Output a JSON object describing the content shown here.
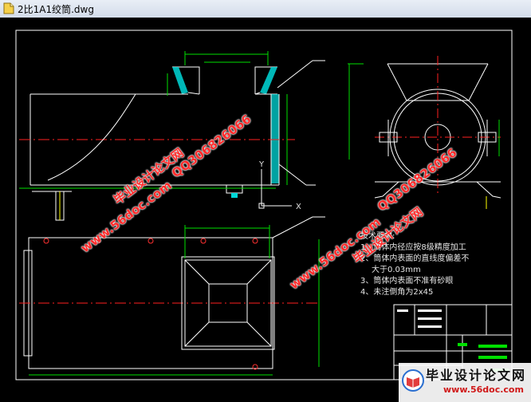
{
  "window": {
    "title": "2比1A1绞筒.dwg",
    "doc_icon": "dwg-file-icon"
  },
  "drawing": {
    "notes": {
      "heading": "技术要求:",
      "items": [
        "1、筒体内径应按8级精度加工",
        "2、筒体内表面的直线度偏差不",
        "   大于0.03mm",
        "3、筒体内表面不准有砂眼",
        "4、未注倒角为2x45"
      ]
    },
    "axis": {
      "x_label": "X",
      "y_label": "Y"
    },
    "colors": {
      "outline": "#ffffff",
      "dimension": "#00e000",
      "section": "#00ffff",
      "center": "#ff2020",
      "hatch": "#00e5e5"
    }
  },
  "watermarks": {
    "site1": "www.56doc.com",
    "cn1": "毕业设计论文网",
    "qq1": "QQ306826066",
    "site2": "www.56doc.com",
    "cn2": "毕业设计论文网",
    "qq2": "QQ306826066"
  },
  "brand": {
    "title": "毕业设计论文网",
    "url": "www.56doc.com",
    "logo_icon": "book-logo-icon"
  }
}
